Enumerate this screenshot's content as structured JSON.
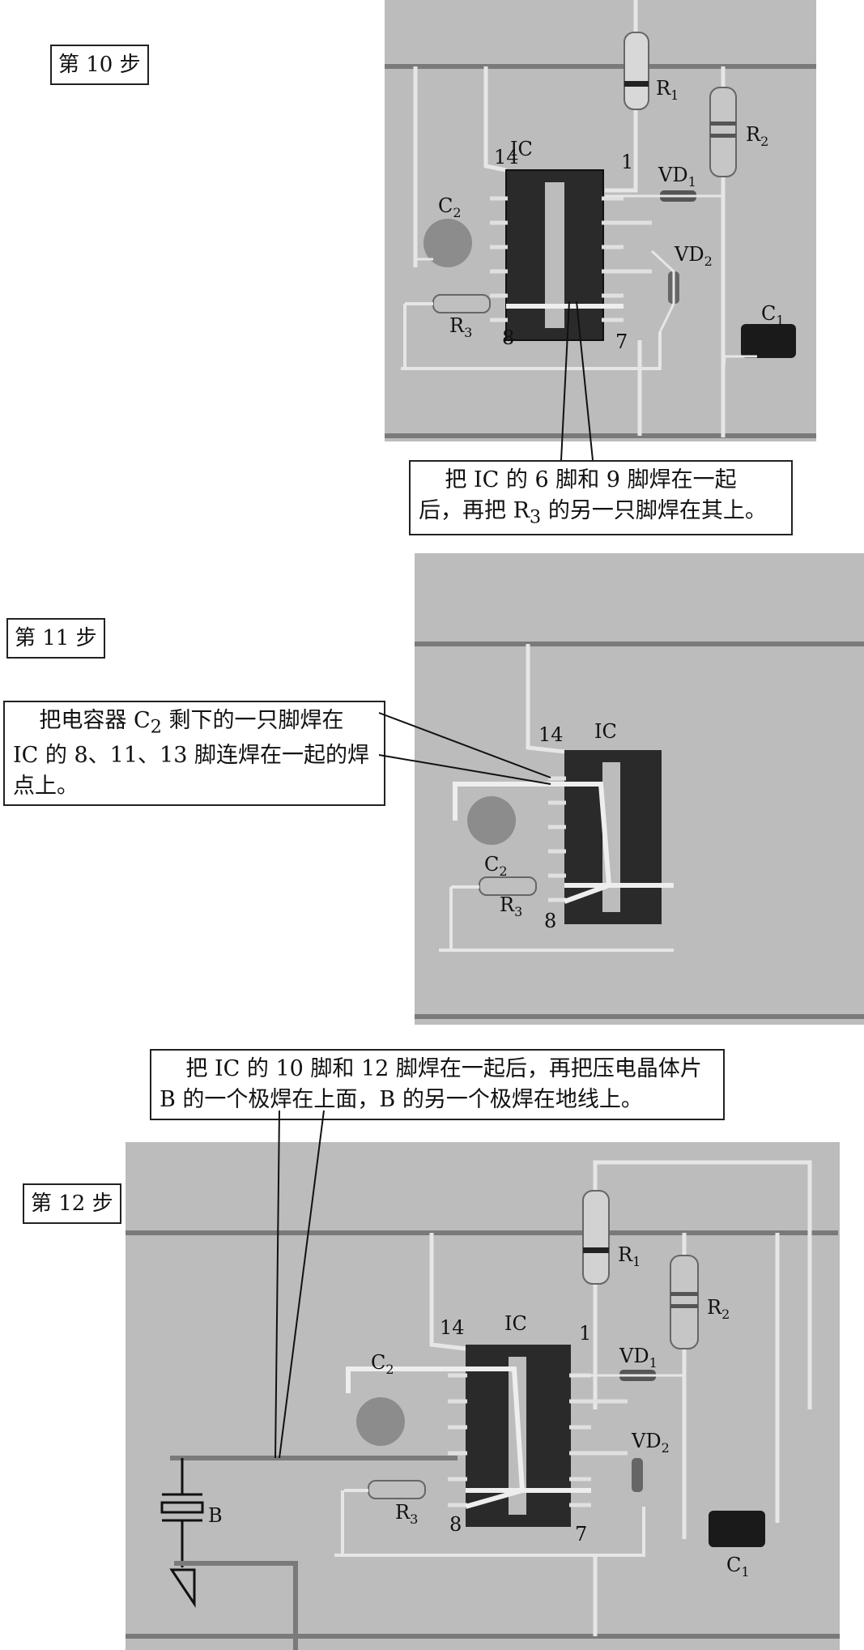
{
  "step10": {
    "step_label": "第 10 步",
    "note_line1": "把 IC 的 6 脚和 9 脚焊在一起",
    "note_line2_a": "后，再把 R",
    "note_line2_sub": "3",
    "note_line2_b": " 的另一只脚焊在其上。"
  },
  "step11": {
    "step_label": "第 11 步",
    "note_line1_a": "把电容器 C",
    "note_line1_sub": "2",
    "note_line1_b": " 剩下的一只脚焊在",
    "note_line2": "IC 的 8、11、13 脚连焊在一起的焊",
    "note_line3": "点上。"
  },
  "step12": {
    "step_label": "第 12 步",
    "note_line1": "把 IC 的 10 脚和 12 脚焊在一起后，再把压电晶体片",
    "note_line2": "B 的一个极焊在上面，B 的另一个极焊在地线上。"
  },
  "labels": {
    "R": "R",
    "C": "C",
    "VD": "VD",
    "IC": "IC",
    "B": "B",
    "n1": "1",
    "n2": "2",
    "n3": "3",
    "pin14": "14",
    "pin1": "1",
    "pin8": "8",
    "pin7": "7"
  }
}
